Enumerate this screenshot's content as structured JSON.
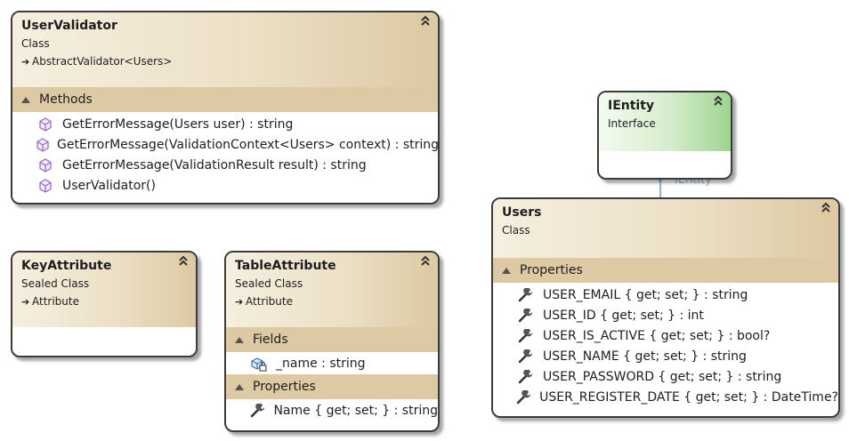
{
  "user_validator": {
    "title": "UserValidator",
    "kind": "Class",
    "base": "AbstractValidator<Users>",
    "section": "Methods",
    "members": [
      "GetErrorMessage(Users user) : string",
      "GetErrorMessage(ValidationContext<Users> context) : string",
      "GetErrorMessage(ValidationResult result) : string",
      "UserValidator()"
    ]
  },
  "ientity": {
    "title": "IEntity",
    "kind": "Interface",
    "lollipop_label": "IEntity"
  },
  "users": {
    "title": "Users",
    "kind": "Class",
    "section": "Properties",
    "members": [
      "USER_EMAIL { get; set; } : string",
      "USER_ID { get; set; } : int",
      "USER_IS_ACTIVE { get; set; } : bool?",
      "USER_NAME { get; set; } : string",
      "USER_PASSWORD { get; set; } : string",
      "USER_REGISTER_DATE { get; set; } : DateTime?"
    ]
  },
  "key_attribute": {
    "title": "KeyAttribute",
    "kind": "Sealed Class",
    "base": "Attribute"
  },
  "table_attribute": {
    "title": "TableAttribute",
    "kind": "Sealed Class",
    "base": "Attribute",
    "fields_section": "Fields",
    "fields": [
      "_name : string"
    ],
    "properties_section": "Properties",
    "properties": [
      "Name { get; set; } : string"
    ]
  },
  "icons": {
    "collapse": "double-chevron-up-icon",
    "inherits": "inheritance-arrow-icon",
    "method": "method-cube-icon",
    "property": "property-wrench-icon",
    "field": "private-field-icon",
    "section_toggle": "section-collapse-triangle-icon"
  },
  "colors": {
    "class_header_light": "#f6efe0",
    "class_header_dark": "#ddc9a3",
    "interface_header_dark": "#9ed48f",
    "method_icon": "#9b6bd0",
    "lollipop": "#5ba3d9"
  }
}
